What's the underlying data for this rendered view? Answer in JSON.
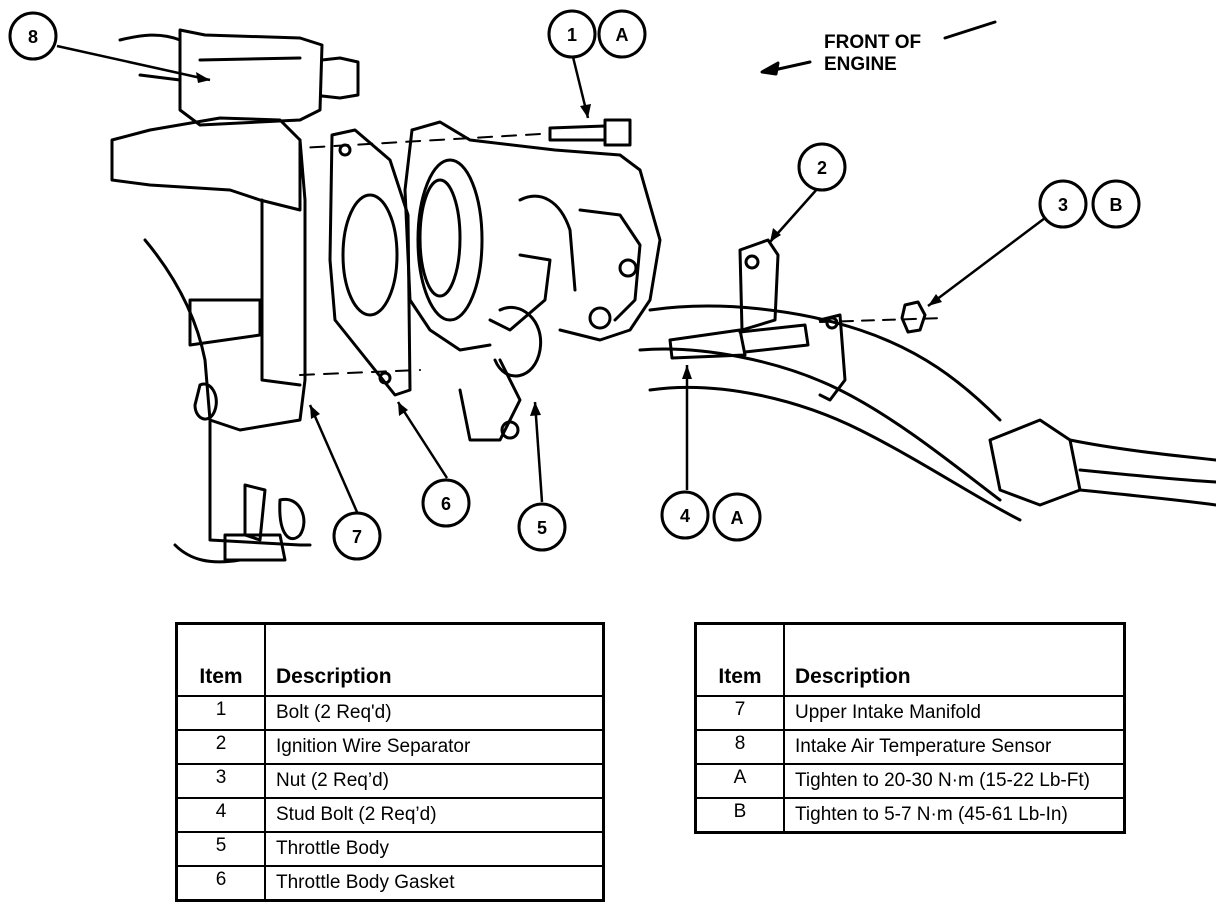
{
  "front_of_engine": [
    "FRONT OF",
    "ENGINE"
  ],
  "callouts": {
    "c1": "1",
    "cA1": "A",
    "c2": "2",
    "c3": "3",
    "cB": "B",
    "c4": "4",
    "cA4": "A",
    "c5": "5",
    "c6": "6",
    "c7": "7",
    "c8": "8"
  },
  "legend_left": {
    "header_item": "Item",
    "header_description": "Description",
    "rows": [
      {
        "item": "1",
        "description": "Bolt (2 Req'd)"
      },
      {
        "item": "2",
        "description": "Ignition Wire Separator"
      },
      {
        "item": "3",
        "description": "Nut (2 Req’d)"
      },
      {
        "item": "4",
        "description": "Stud Bolt (2 Req’d)"
      },
      {
        "item": "5",
        "description": "Throttle Body"
      },
      {
        "item": "6",
        "description": "Throttle Body Gasket"
      }
    ]
  },
  "legend_right": {
    "header_item": "Item",
    "header_description": "Description",
    "rows": [
      {
        "item": "7",
        "description": "Upper Intake Manifold"
      },
      {
        "item": "8",
        "description": "Intake Air Temperature Sensor"
      },
      {
        "item": "A",
        "description": "Tighten to 20-30 N·m (15-22 Lb-Ft)"
      },
      {
        "item": "B",
        "description": "Tighten to 5-7 N·m (45-61 Lb-In)"
      }
    ]
  }
}
